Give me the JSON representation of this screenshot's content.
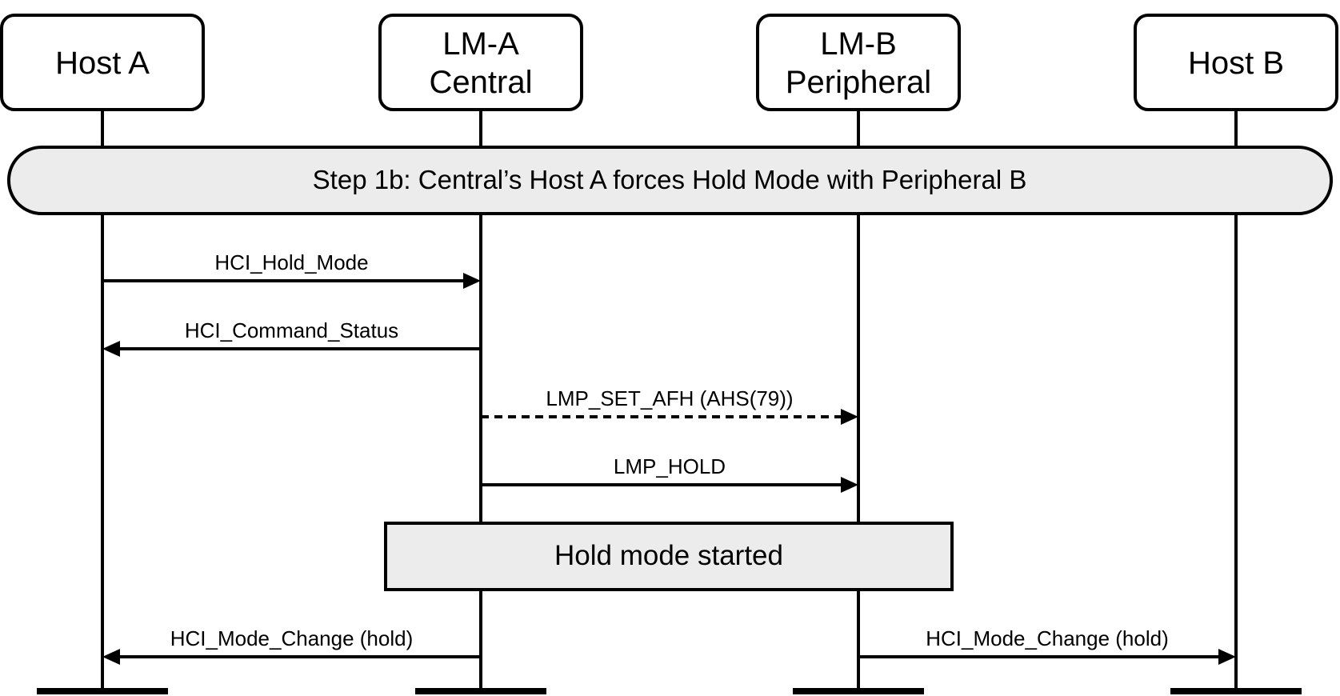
{
  "diagram": {
    "actors": [
      {
        "id": "host-a",
        "lines": [
          "Host A"
        ]
      },
      {
        "id": "lm-a",
        "lines": [
          "LM-A",
          "Central"
        ]
      },
      {
        "id": "lm-b",
        "lines": [
          "LM-B",
          "Peripheral"
        ]
      },
      {
        "id": "host-b",
        "lines": [
          "Host B"
        ]
      }
    ],
    "step_banner": "Step 1b:  Central’s Host A forces Hold Mode with Peripheral B",
    "messages": [
      {
        "id": "hci-hold-mode",
        "label": "HCI_Hold_Mode",
        "from": "host-a",
        "to": "lm-a",
        "style": "solid"
      },
      {
        "id": "hci-command-status",
        "label": "HCI_Command_Status",
        "from": "lm-a",
        "to": "host-a",
        "style": "solid"
      },
      {
        "id": "lmp-set-afh",
        "label": "LMP_SET_AFH (AHS(79))",
        "from": "lm-a",
        "to": "lm-b",
        "style": "dashed"
      },
      {
        "id": "lmp-hold",
        "label": "LMP_HOLD",
        "from": "lm-a",
        "to": "lm-b",
        "style": "solid"
      },
      {
        "id": "hci-mode-change-a",
        "label": "HCI_Mode_Change (hold)",
        "from": "lm-a",
        "to": "host-a",
        "style": "solid"
      },
      {
        "id": "hci-mode-change-b",
        "label": "HCI_Mode_Change (hold)",
        "from": "lm-b",
        "to": "host-b",
        "style": "solid"
      }
    ],
    "state_box": {
      "label": "Hold mode started",
      "from": "lm-a",
      "to": "lm-b"
    }
  }
}
